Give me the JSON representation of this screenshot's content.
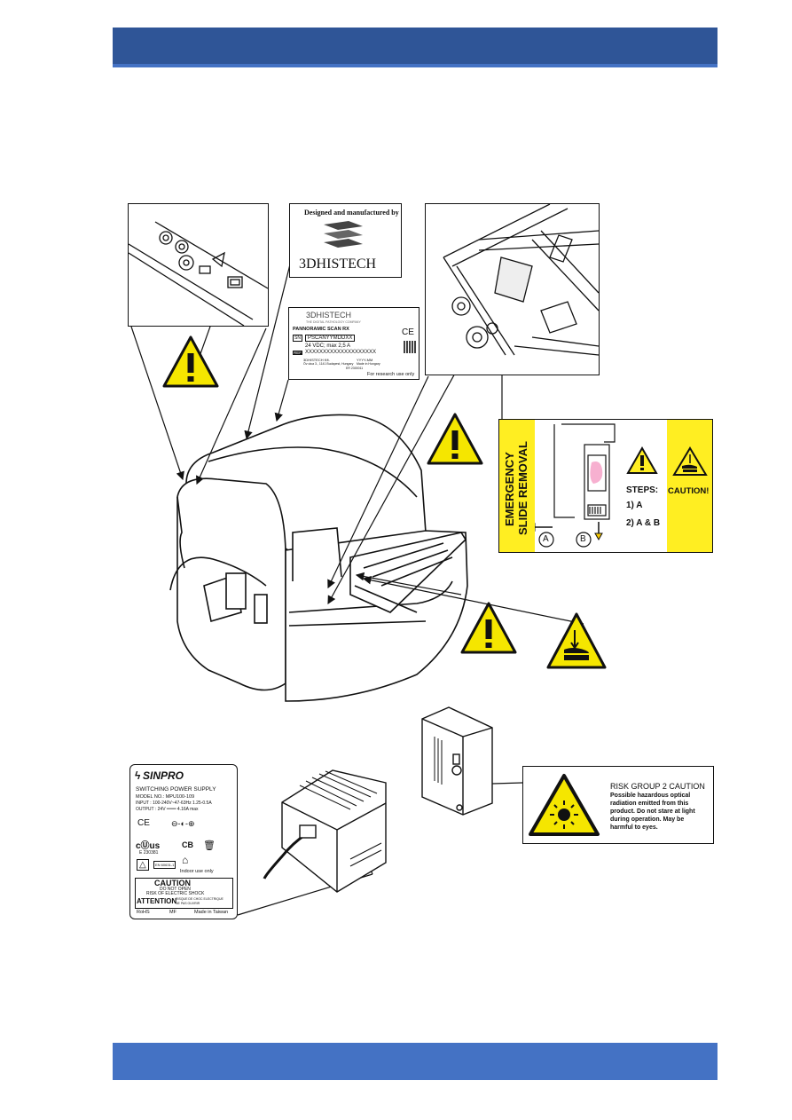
{
  "labels": {
    "designed_by": "Designed and manufactured by",
    "brand": "3DHISTECH",
    "product_brand": "3DHISTECH",
    "product_tag": "THE DIGITAL PATHOLOGY COMPANY",
    "product_name": "PANNORAMIC SCAN RX",
    "sn_prefix": "SN",
    "serial": "PSCANYYMDDXX",
    "power": "24 VDC; max 2,5 A",
    "ref_prefix": "REF",
    "ref": "XXXXXXXXXXXXXXXXXXXX",
    "company": "3DHISTECH Kft.",
    "address": "Öv utca 3., 1141 Budapest, Hungary",
    "year": "YYYY-MM",
    "country": "Made in Hungary",
    "code": "ER 2300011",
    "ce": "CE",
    "research": "For research use only"
  },
  "emergency": {
    "title_line1": "EMERGENCY",
    "title_line2": "SLIDE REMOVAL",
    "steps_label": "STEPS:",
    "step1": "1) A",
    "step2": "2) A & B",
    "caution": "CAUTION!",
    "a": "A",
    "b": "B"
  },
  "psu": {
    "brand": "SINPRO",
    "title": "SWITCHING POWER SUPPLY",
    "model": "MODEL NO.: MPU100-109",
    "input": "INPUT : 100-240V~47-63Hz 1.25-0.5A",
    "output": "OUTPUT : 24V ═══ 4.16A max",
    "ce": "CE",
    "cb": "CB",
    "ul": "E 230381",
    "indoor": "Indoor use only",
    "caution": "CAUTION",
    "do_not_open": "DO NOT OPEN",
    "risk": "RISK OF ELECTRIC SHOCK",
    "attention": "ATTENTION",
    "fr1": "RISQUE DE CHOC ELECTRIQUE",
    "fr2": "NE PAS OUVRIR",
    "rohs": "RoHS",
    "mf": "MF",
    "made": "Made in Taiwan"
  },
  "risk": {
    "title": "RISK GROUP 2 CAUTION",
    "line1": "Possible hazardous optical",
    "line2": "radiation emitted from this",
    "line3": "product. Do not stare at light",
    "line4": "during operation. May be",
    "line5": "harmful to eyes."
  },
  "colors": {
    "header": "#2f5597",
    "footer": "#4472c4",
    "warning": "#f5e600",
    "label_yellow": "#ffee22"
  }
}
